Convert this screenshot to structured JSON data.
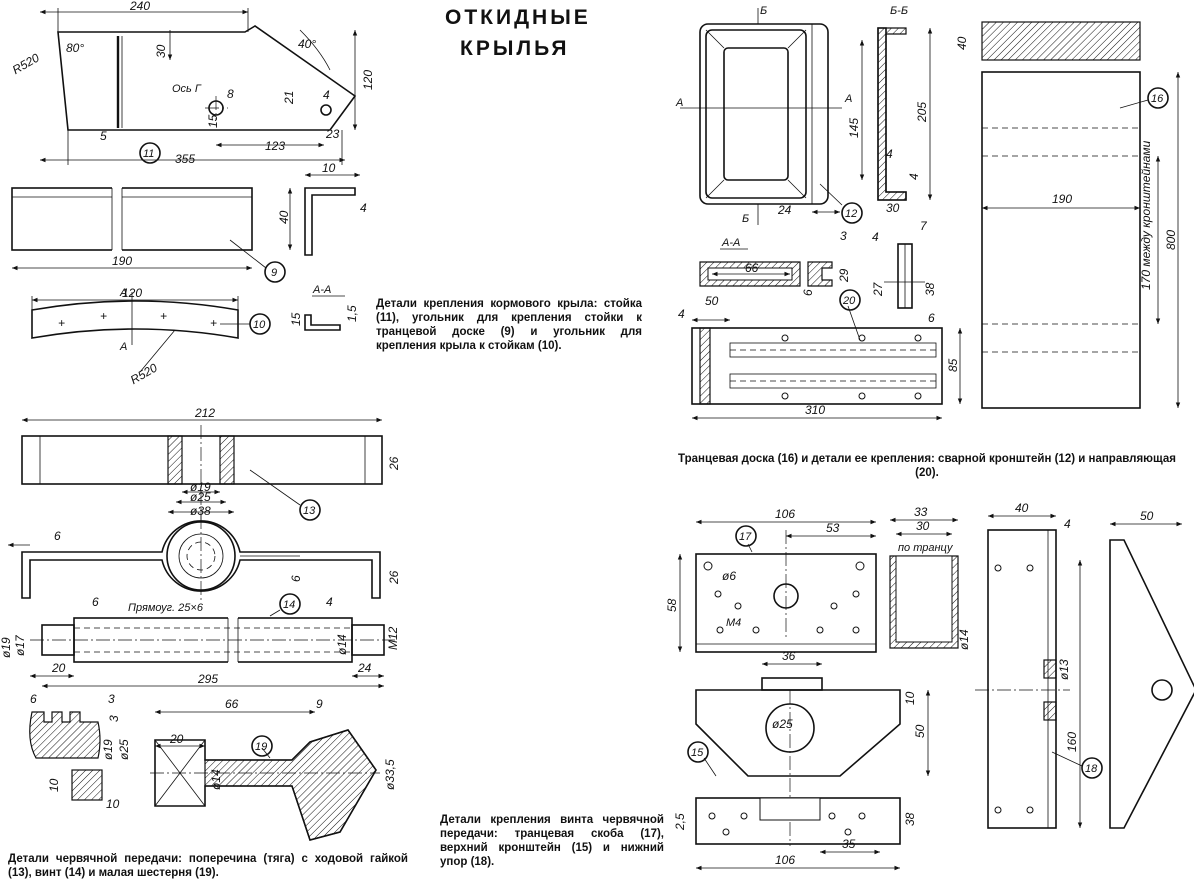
{
  "title": {
    "line1": "ОТКИДНЫЕ",
    "line2": "КРЫЛЬЯ"
  },
  "captions": {
    "mounts": "Детали крепления кормового крыла: стойка (11), угольник для крепления стойки к транцевой доске (9) и угольник для крепления крыла к стойкам (10).",
    "transom": "Транцевая доска (16) и детали ее крепления: сварной кронштейн (12) и направляющая (20).",
    "worm_gear": "Детали червячной передачи: поперечина (тяга) с ходовой гайкой (13), винт (14) и малая шестерня (19).",
    "screw_mount": "Детали крепления винта червячной передачи: транцевая скоба (17), верхний кронштейн (15) и нижний упор (18)."
  },
  "parts": {
    "p9": "9",
    "p10": "10",
    "p11": "11",
    "p12": "12",
    "p13": "13",
    "p14": "14",
    "p15": "15",
    "p16": "16",
    "p17": "17",
    "p18": "18",
    "p19": "19",
    "p20": "20"
  },
  "labels": {
    "axis_g": "Ось Г",
    "rect_bar": "Прямоуг. 25×6",
    "section_aa": "А-А",
    "section_bb": "Б-Б",
    "mark_a": "А",
    "mark_b": "Б",
    "mark_g": "Г",
    "m4": "М4",
    "m12": "М12",
    "between_brackets": "170 между кронштейнами",
    "by_transom": "по транцу"
  },
  "dims": {
    "d240": "240",
    "r520": "R520",
    "a80": "80°",
    "d30": "30",
    "a40": "40°",
    "d120": "120",
    "d8": "8",
    "d21": "21",
    "d4": "4",
    "d15": "15",
    "d5": "5",
    "d123": "123",
    "d23": "23",
    "d355": "355",
    "d190": "190",
    "d10": "10",
    "d40": "40",
    "d1_5": "1,5",
    "d212": "212",
    "d26": "26",
    "phi19": "ø19",
    "phi25": "ø25",
    "phi38": "ø38",
    "d6": "6",
    "phi17": "ø17",
    "phi14": "ø14",
    "d20": "20",
    "d24": "24",
    "d295": "295",
    "d3": "3",
    "d66": "66",
    "d9": "9",
    "phi33_5": "ø33,5",
    "d145": "145",
    "d205": "205",
    "d29": "29",
    "d7": "7",
    "d27": "27",
    "d38": "38",
    "d50": "50",
    "d85": "85",
    "d310": "310",
    "d800": "800",
    "d106": "106",
    "d53": "53",
    "phi6": "ø6",
    "d58": "58",
    "d33": "33",
    "d36": "36",
    "d160": "160",
    "d35": "35",
    "d2_5": "2,5",
    "phi13": "ø13"
  }
}
